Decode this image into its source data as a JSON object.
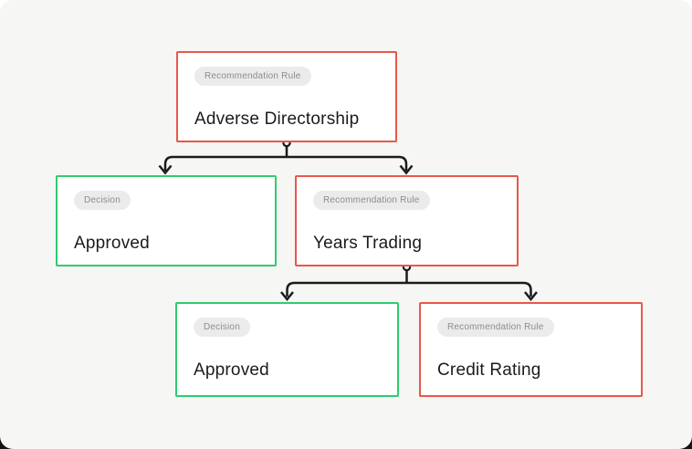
{
  "diagram": {
    "type": "decision-tree",
    "nodes": [
      {
        "id": "root",
        "badge": "Recommendation Rule",
        "title": "Adverse Directorship",
        "kind": "rule"
      },
      {
        "id": "approved-1",
        "badge": "Decision",
        "title": "Approved",
        "kind": "decision"
      },
      {
        "id": "years-trading",
        "badge": "Recommendation Rule",
        "title": "Years Trading",
        "kind": "rule"
      },
      {
        "id": "approved-2",
        "badge": "Decision",
        "title": "Approved",
        "kind": "decision"
      },
      {
        "id": "credit-rating",
        "badge": "Recommendation Rule",
        "title": "Credit Rating",
        "kind": "rule"
      }
    ],
    "edges": [
      {
        "from": "root",
        "to": "approved-1"
      },
      {
        "from": "root",
        "to": "years-trading"
      },
      {
        "from": "years-trading",
        "to": "approved-2"
      },
      {
        "from": "years-trading",
        "to": "credit-rating"
      }
    ]
  },
  "colors": {
    "rule_border": "#e8574b",
    "decision_border": "#2fcb71",
    "connector": "#1b1b1b",
    "badge_bg": "#ebebeb",
    "badge_text": "#8c8c8c",
    "title_text": "#1b1b1b",
    "node_bg": "#ffffff",
    "canvas_bg": "#f6f6f4"
  }
}
